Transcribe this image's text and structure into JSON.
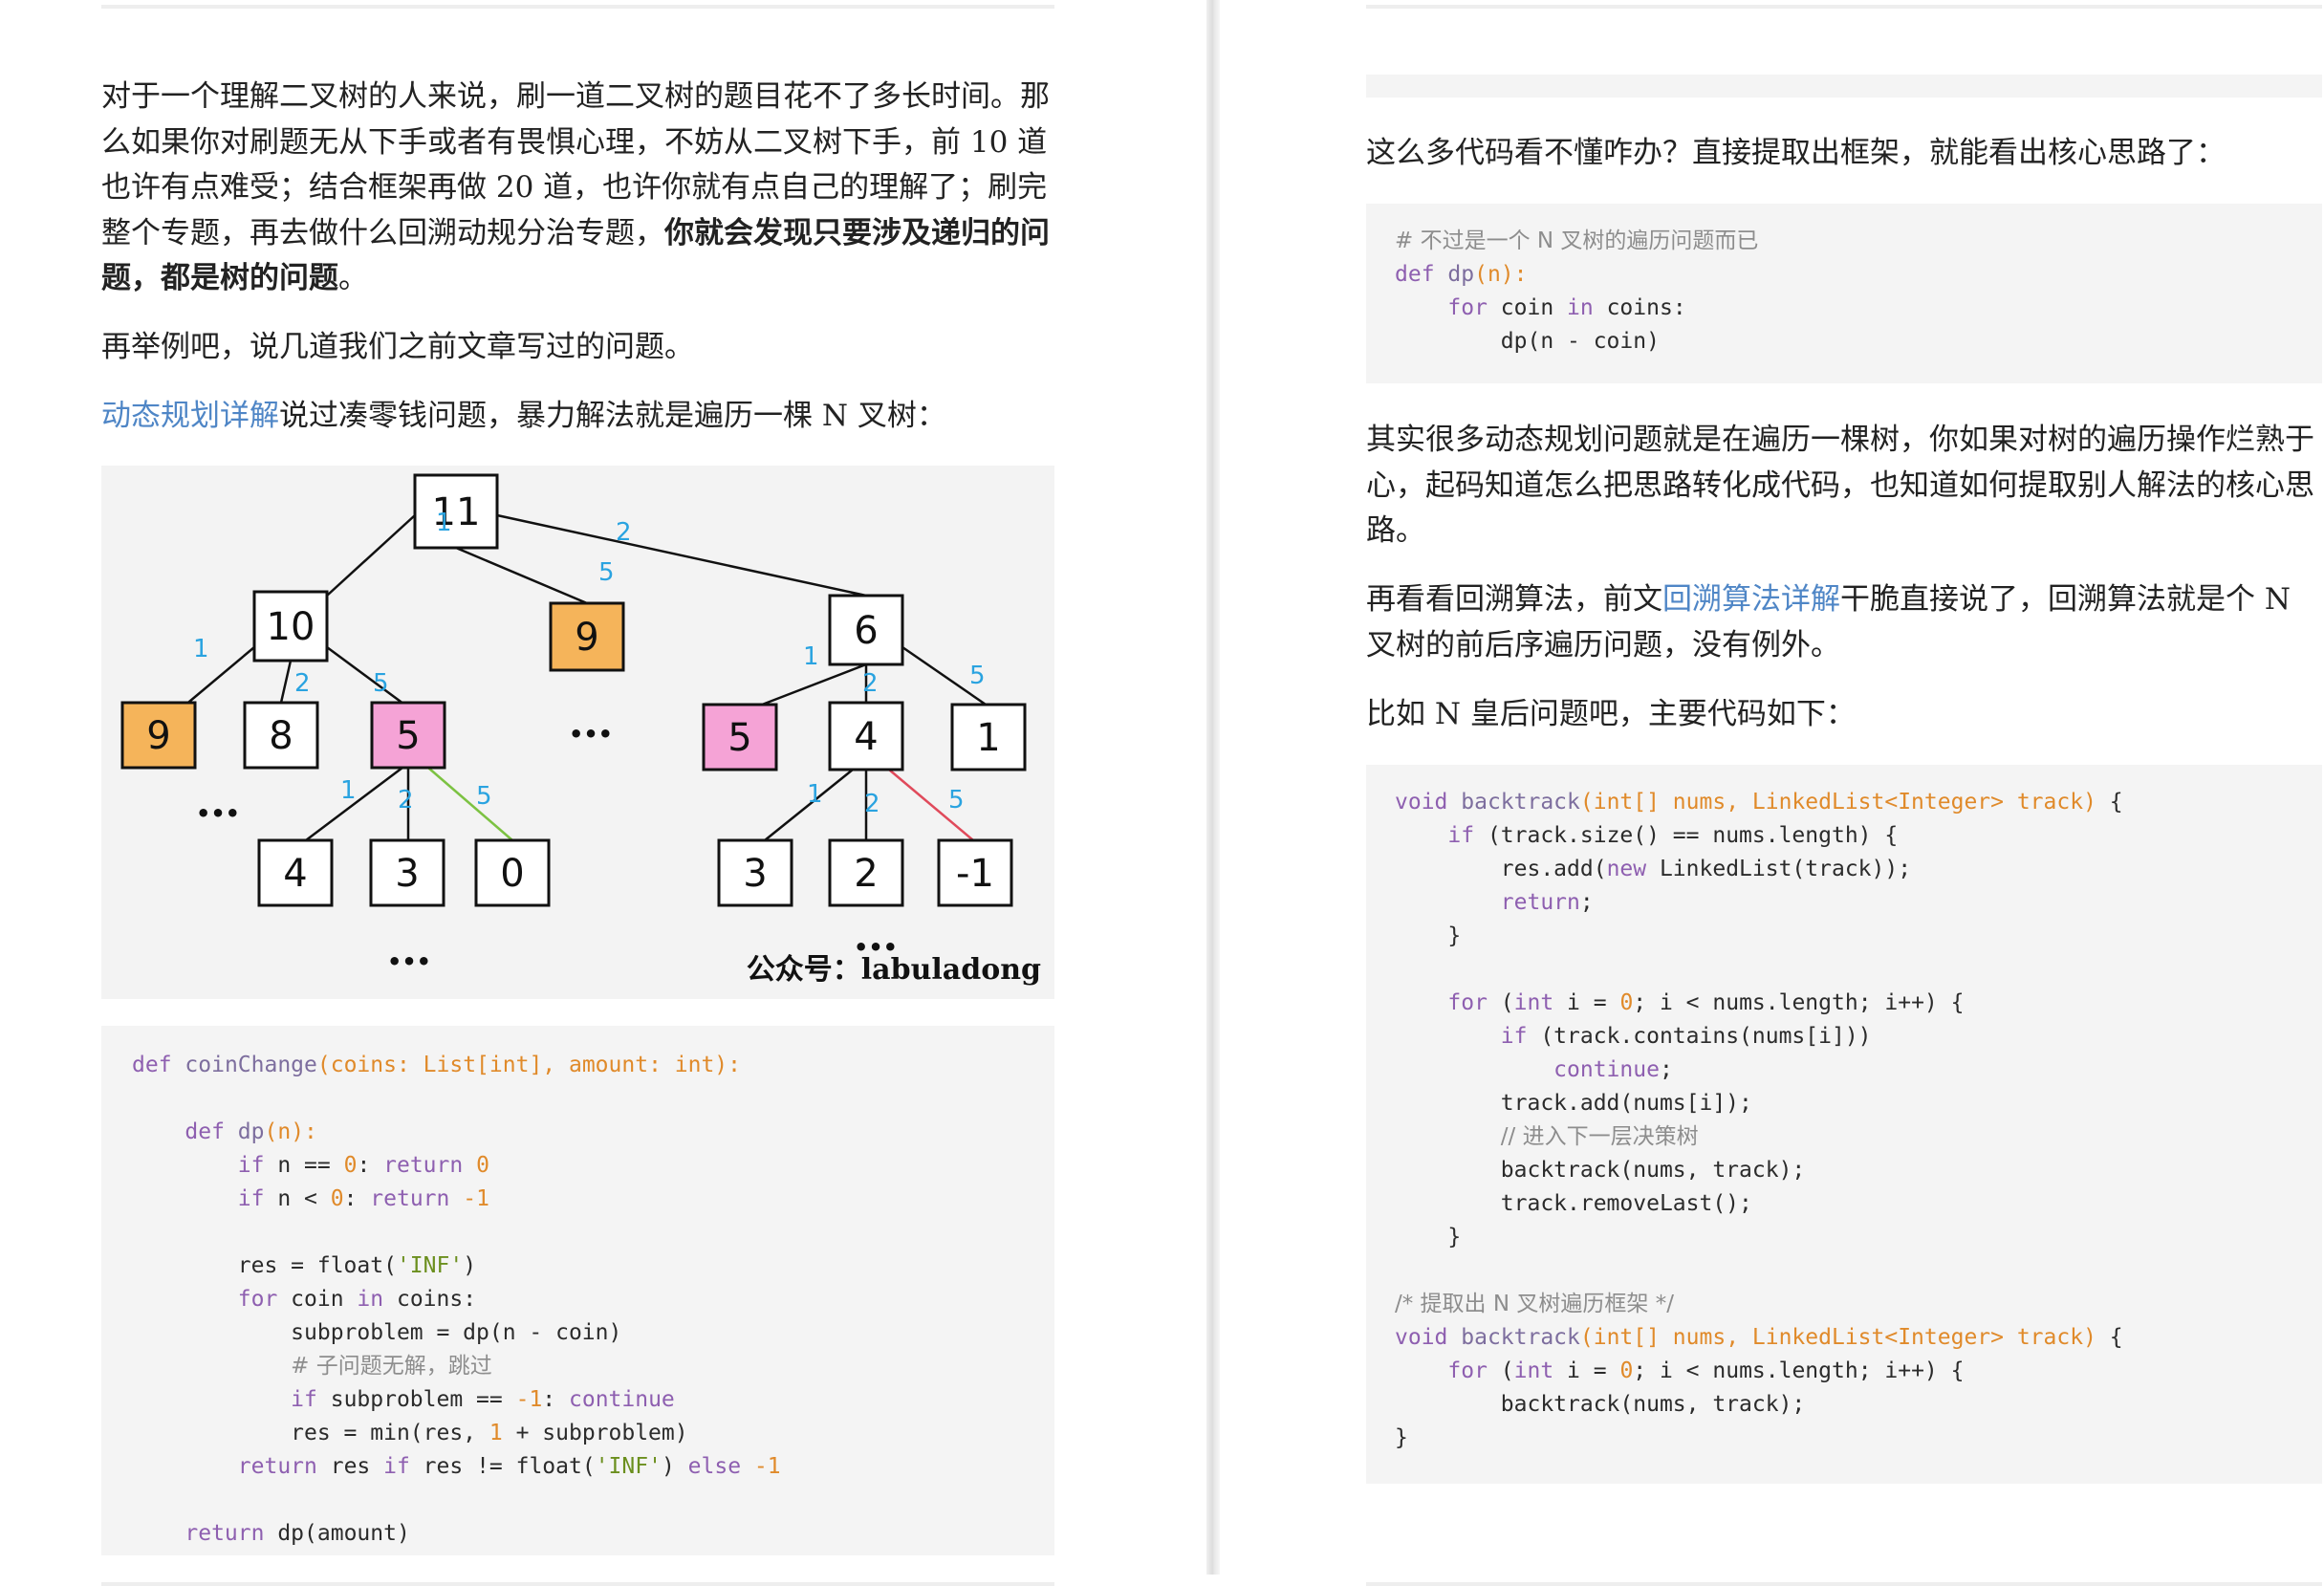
{
  "left": {
    "intro_pre": "对于一个理解二叉树的人来说，刷一道二叉树的题目花不了多长时间。那么如果你对刷题无从下手或者有畏惧心理，不妨从二叉树下手，前 10 道也许有点难受；结合框架再做 20 道，也许你就有点自己的理解了；刷完整个专题，再去做什么回溯动规分治专题，",
    "intro_bold": "你就会发现只要涉及递归的问题，都是树的问题",
    "intro_post": "。",
    "examples": "再举例吧，说几道我们之前文章写过的问题。",
    "dp_link": "动态规划详解",
    "dp_text": "说过凑零钱问题，暴力解法就是遍历一棵 N 叉树：",
    "figure_caption": "公众号：labuladong",
    "tree": {
      "nodes": [
        "11",
        "10",
        "9",
        "6",
        "9",
        "8",
        "5",
        "5",
        "4",
        "1",
        "4",
        "3",
        "0",
        "3",
        "2",
        "-1"
      ],
      "edges": [
        "1",
        "2",
        "5",
        "1",
        "2",
        "5",
        "1",
        "2",
        "5",
        "1",
        "2",
        "5",
        "1",
        "2",
        "5"
      ],
      "ellipsis": "•••"
    },
    "code": [
      [
        "def",
        "kw",
        " ",
        "t",
        "coinChange",
        "fn",
        "(coins: List[int], amount: int):",
        "pa"
      ],
      [],
      [
        "    ",
        "t",
        "def",
        "kw",
        " ",
        "t",
        "dp",
        "fn",
        "(n):",
        "pa"
      ],
      [
        "        ",
        "t",
        "if",
        "kw",
        " n == ",
        "t",
        "0",
        "nu",
        ": ",
        "t",
        "return",
        "kw",
        " ",
        "t",
        "0",
        "nu"
      ],
      [
        "        ",
        "t",
        "if",
        "kw",
        " n < ",
        "t",
        "0",
        "nu",
        ": ",
        "t",
        "return",
        "kw",
        " -1",
        "nu"
      ],
      [],
      [
        "        res = float(",
        "t",
        "'INF'",
        "st",
        ")",
        "t"
      ],
      [
        "        ",
        "t",
        "for",
        "kw",
        " coin ",
        "t",
        "in",
        "kw",
        " coins:",
        "t"
      ],
      [
        "            subproblem = dp(n - coin)",
        "t"
      ],
      [
        "            ",
        "t",
        "# 子问题无解，跳过",
        "cm"
      ],
      [
        "            ",
        "t",
        "if",
        "kw",
        " subproblem == ",
        "t",
        "-1",
        "nu",
        ": ",
        "t",
        "continue",
        "kw"
      ],
      [
        "            res = min(res, ",
        "t",
        "1",
        "nu",
        " + subproblem)",
        "t"
      ],
      [
        "        ",
        "t",
        "return",
        "kw",
        " res ",
        "t",
        "if",
        "kw",
        " res != float(",
        "t",
        "'INF'",
        "st",
        ") ",
        "t",
        "else",
        "kw",
        " -1",
        "nu"
      ],
      [],
      [
        "    ",
        "t",
        "return",
        "kw",
        " dp(amount)",
        "t"
      ]
    ]
  },
  "right": {
    "framework_q": "这么多代码看不懂咋办？直接提取出框架，就能看出核心思路了：",
    "code1": [
      [
        "# 不过是一个 N 叉树的遍历问题而已",
        "cm"
      ],
      [
        "def",
        "kw",
        " ",
        "t",
        "dp",
        "fn",
        "(n):",
        "pa"
      ],
      [
        "    ",
        "t",
        "for",
        "kw",
        " coin ",
        "t",
        "in",
        "kw",
        " coins:",
        "t"
      ],
      [
        "        dp(n - coin)",
        "t"
      ]
    ],
    "dp_tree_text": "其实很多动态规划问题就是在遍历一棵树，你如果对树的遍历操作烂熟于心，起码知道怎么把思路转化成代码，也知道如何提取别人解法的核心思路。",
    "backtrack_pre": "再看看回溯算法，前文",
    "backtrack_link": "回溯算法详解",
    "backtrack_post": "干脆直接说了，回溯算法就是个 N 叉树的前后序遍历问题，没有例外。",
    "queen_text": "比如 N 皇后问题吧，主要代码如下：",
    "code2": [
      [
        "void",
        "kw",
        " ",
        "t",
        "backtrack",
        "fn",
        "(int[] nums, LinkedList<Integer> track)",
        "pa",
        " {",
        "t"
      ],
      [
        "    ",
        "t",
        "if",
        "kw",
        " (track.size() == nums.length) {",
        "t"
      ],
      [
        "        res.add(",
        "t",
        "new",
        "kw",
        " LinkedList(track));",
        "t"
      ],
      [
        "        ",
        "t",
        "return",
        "kw",
        ";",
        "t"
      ],
      [
        "    }",
        "t"
      ],
      [],
      [
        "    ",
        "t",
        "for",
        "kw",
        " (",
        "t",
        "int",
        "kw",
        " i = ",
        "t",
        "0",
        "nu",
        "; i < nums.length; i++) {",
        "t"
      ],
      [
        "        ",
        "t",
        "if",
        "kw",
        " (track.contains(nums[i]))",
        "t"
      ],
      [
        "            ",
        "t",
        "continue",
        "kw",
        ";",
        "t"
      ],
      [
        "        track.add(nums[i]);",
        "t"
      ],
      [
        "        ",
        "t",
        "// 进入下一层决策树",
        "cm"
      ],
      [
        "        backtrack(nums, track);",
        "t"
      ],
      [
        "        track.removeLast();",
        "t"
      ],
      [
        "    }",
        "t"
      ],
      [],
      [
        "/* 提取出 N 叉树遍历框架 */",
        "cm"
      ],
      [
        "void",
        "kw",
        " ",
        "t",
        "backtrack",
        "fn",
        "(int[] nums, LinkedList<Integer> track)",
        "pa",
        " {",
        "t"
      ],
      [
        "    ",
        "t",
        "for",
        "kw",
        " (",
        "t",
        "int",
        "kw",
        " i = ",
        "t",
        "0",
        "nu",
        "; i < nums.length; i++) {",
        "t"
      ],
      [
        "        backtrack(nums, track);",
        "t"
      ],
      [
        "}",
        "t"
      ]
    ]
  }
}
